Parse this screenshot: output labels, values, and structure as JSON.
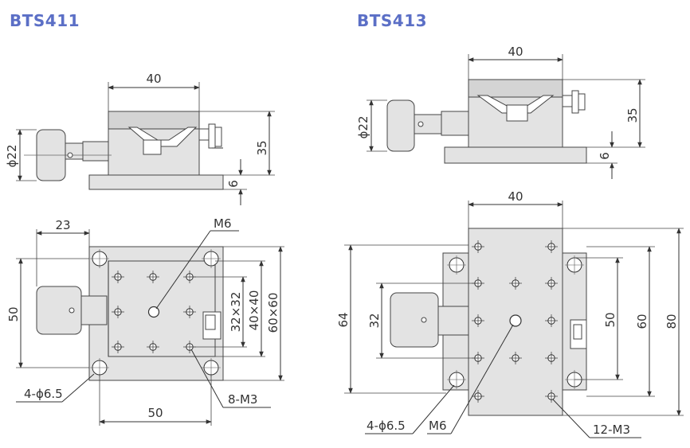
{
  "models": {
    "left": "BTS411",
    "right": "BTS413"
  },
  "colors": {
    "title": "#5b6fc6",
    "body_fill": "#e3e3e3",
    "line": "#333333"
  },
  "bts411": {
    "side": {
      "width": "40",
      "height": "35",
      "base": "6",
      "knob_dia": "ϕ22"
    },
    "top": {
      "offset": "23",
      "left_span": "50",
      "bottom_span": "50",
      "pattern_inner": "32×32",
      "pattern_mid": "40×40",
      "outer": "60×60",
      "center_thread": "M6",
      "mount_holes": "4-ϕ6.5",
      "screw_holes": "8-M3"
    }
  },
  "bts413": {
    "side": {
      "width": "40",
      "height": "35",
      "base": "6",
      "knob_dia": "ϕ22"
    },
    "top": {
      "width": "40",
      "left_span": "64",
      "inner_left": "32",
      "right_a": "50",
      "right_b": "60",
      "right_c": "80",
      "center_thread": "M6",
      "mount_holes": "4-ϕ6.5",
      "screw_holes": "12-M3"
    }
  }
}
